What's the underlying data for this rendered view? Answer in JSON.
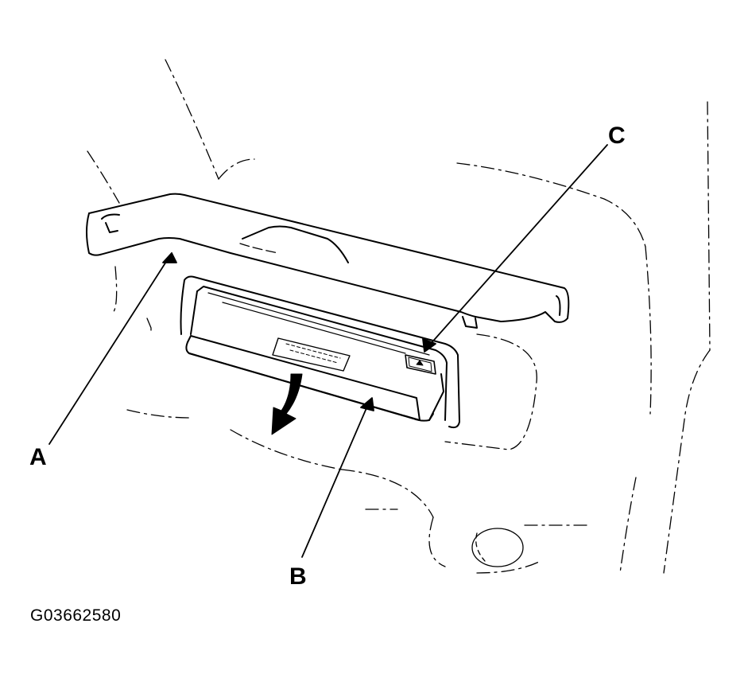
{
  "callouts": {
    "a": "A",
    "b": "B",
    "c": "C"
  },
  "figure_id": "G03662580"
}
